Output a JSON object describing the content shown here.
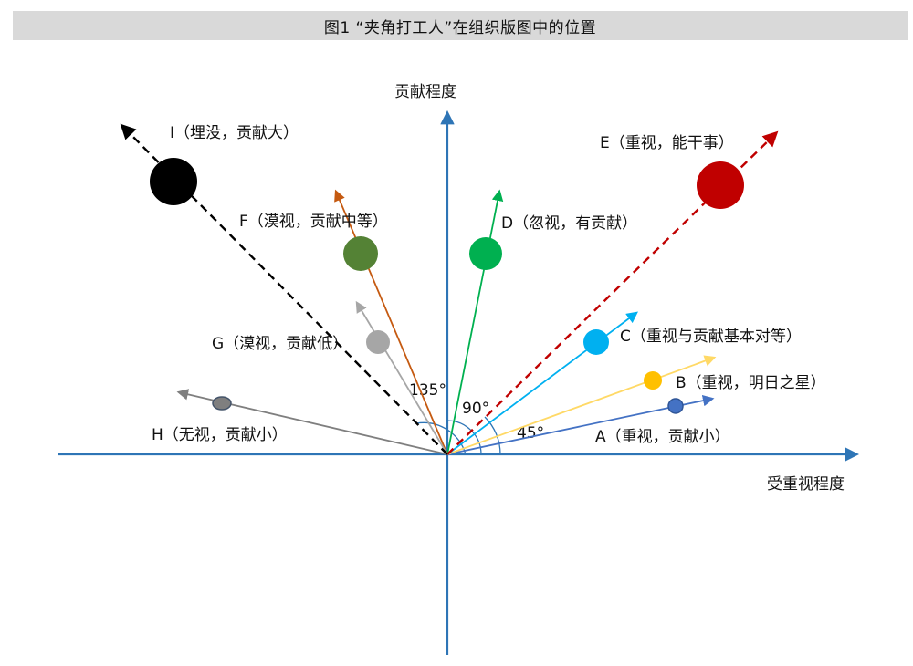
{
  "title": "图1 “夹角打工人”在组织版图中的位置",
  "axes": {
    "y_label": "贡献程度",
    "x_label": "受重视程度"
  },
  "angles": {
    "a45": "45°",
    "a90": "90°",
    "a135": "135°"
  },
  "points": [
    {
      "id": "A",
      "label": "A（重视，贡献小）",
      "color": "#4472c4"
    },
    {
      "id": "B",
      "label": "B（重视，明日之星）",
      "color": "#ffc000"
    },
    {
      "id": "C",
      "label": "C（重视与贡献基本对等）",
      "color": "#00b0f0"
    },
    {
      "id": "D",
      "label": "D（忽视，有贡献）",
      "color": "#00b050"
    },
    {
      "id": "E",
      "label": "E（重视，能干事）",
      "color": "#c00000"
    },
    {
      "id": "F",
      "label": "F（漠视，贡献中等）",
      "color": "#548235"
    },
    {
      "id": "G",
      "label": "G（漠视，贡献低）",
      "color": "#a6a6a6"
    },
    {
      "id": "H",
      "label": "H（无视，贡献小）",
      "color": "#7f7f7f"
    },
    {
      "id": "I",
      "label": "I（埋没，贡献大）",
      "color": "#000000"
    }
  ]
}
